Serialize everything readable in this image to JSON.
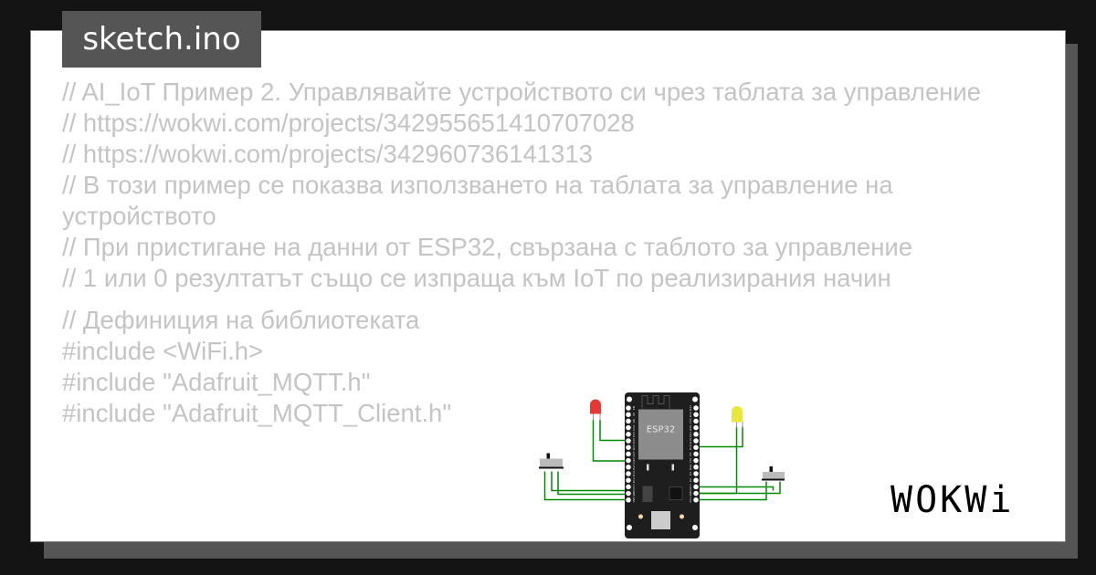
{
  "file_tab": {
    "label": "sketch.ino"
  },
  "code_lines": [
    "// AI_IoT Пример 2. Управлявайте устройството си чрез таблата за управление",
    "// https://wokwi.com/projects/342955651410707028",
    "// https://wokwi.com/projects/342960736141313",
    "// В този пример се показва използването на таблата за управление на устройството",
    "// При пристигане на данни от ESP32, свързана с таблото за управление",
    "// 1 или 0 резултатът също се изпраща към IoT по реализирания начин",
    "",
    "// Дефиниция на библиотеката",
    "#include <WiFi.h>",
    "#include \"Adafruit_MQTT.h\"",
    "#include \"Adafruit_MQTT_Client.h\""
  ],
  "board": {
    "label": "ESP32",
    "left_pins": [
      "EN",
      "VP",
      "VN",
      "D34",
      "D35",
      "D32",
      "D33",
      "D25",
      "D26",
      "D27",
      "D14",
      "D12",
      "D13",
      "GND",
      "VIN"
    ],
    "right_pins": [
      "D23",
      "D22",
      "TX0",
      "RX0",
      "D21",
      "D19",
      "D18",
      "D5",
      "TX2",
      "RX2",
      "D4",
      "D2",
      "D15",
      "GND",
      "3V3"
    ]
  },
  "components": {
    "led_left_color": "#e53935",
    "led_right_color": "#e8e83a",
    "wire_color": "#008a00"
  },
  "logo": {
    "text": "WOKWi"
  }
}
